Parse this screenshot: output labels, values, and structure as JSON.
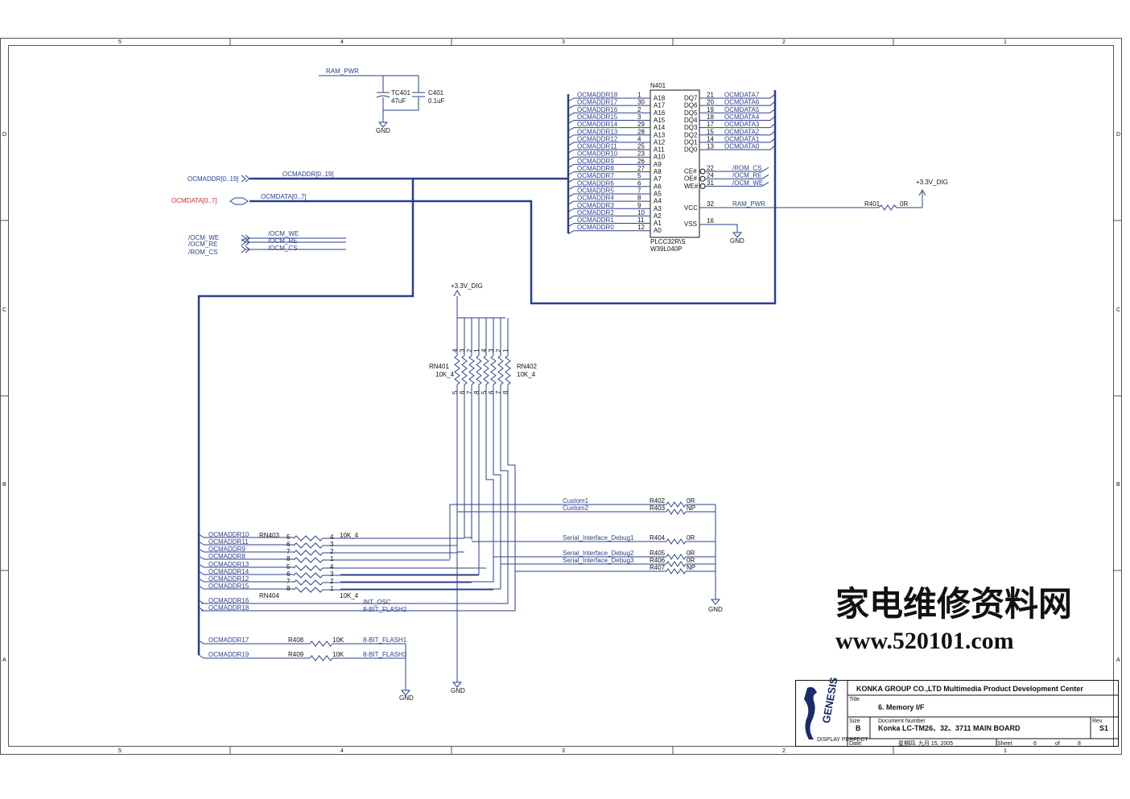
{
  "border": {
    "cols": [
      "5",
      "4",
      "3",
      "2",
      "1"
    ],
    "rows": [
      "D",
      "C",
      "B",
      "A"
    ]
  },
  "power": {
    "ram_pwr": "RAM_PWR",
    "v33": "+3.3V_DIG",
    "gnd": "GND"
  },
  "caps": {
    "tc401": "TC401",
    "tc401_val": "47uF",
    "c401": "C401",
    "c401_val": "0.1uF"
  },
  "chip": {
    "ref": "N401",
    "pkg": "PLCC32R\\S",
    "part": "W39L040P",
    "addr_nets": [
      "OCMADDR18",
      "OCMADDR17",
      "OCMADDR16",
      "OCMADDR15",
      "OCMADDR14",
      "OCMADDR13",
      "OCMADDR12",
      "OCMADDR11",
      "OCMADDR10",
      "OCMADDR9",
      "OCMADDR8",
      "OCMADDR7",
      "OCMADDR6",
      "OCMADDR5",
      "OCMADDR4",
      "OCMADDR3",
      "OCMADDR2",
      "OCMADDR1",
      "OCMADDR0"
    ],
    "addr_pins": [
      "1",
      "30",
      "2",
      "3",
      "29",
      "28",
      "4",
      "25",
      "23",
      "26",
      "27",
      "5",
      "6",
      "7",
      "8",
      "9",
      "10",
      "11",
      "12"
    ],
    "addr_names": [
      "A18",
      "A17",
      "A16",
      "A15",
      "A14",
      "A13",
      "A12",
      "A11",
      "A10",
      "A9",
      "A8",
      "A7",
      "A6",
      "A5",
      "A4",
      "A3",
      "A2",
      "A1",
      "A0"
    ],
    "data_names": [
      "DQ7",
      "DQ6",
      "DQ5",
      "DQ4",
      "DQ3",
      "DQ2",
      "DQ1",
      "DQ0"
    ],
    "data_pins": [
      "21",
      "20",
      "19",
      "18",
      "17",
      "15",
      "14",
      "13"
    ],
    "data_nets": [
      "OCMDATA7",
      "OCMDATA6",
      "OCMDATA5",
      "OCMDATA4",
      "OCMDATA3",
      "OCMDATA2",
      "OCMDATA1",
      "OCMDATA0"
    ],
    "ctrl_names": [
      "CE#",
      "OE#",
      "WE#"
    ],
    "ctrl_pins": [
      "22",
      "24",
      "31"
    ],
    "ctrl_nets": [
      "/ROM_CS",
      "/OCM_RE",
      "/OCM_WE"
    ],
    "vcc": "VCC",
    "vcc_pin": "32",
    "vss": "VSS",
    "vss_pin": "16"
  },
  "r401": {
    "ref": "R401",
    "val": "0R"
  },
  "ports": {
    "addr": "OCMADDR[0..19]",
    "data": "OCMDATA[0..7]",
    "ctrl": [
      "/OCM_WE",
      "/OCM_RE",
      "/ROM_CS"
    ]
  },
  "bus_labels": {
    "addr": "OCMADDR[0..19]",
    "data": "OCMDATA[0..7]",
    "ctrl": [
      "/OCM_WE",
      "/OCM_RE",
      "/OCM_CS"
    ]
  },
  "rn401": {
    "ref": "RN401",
    "val": "10K_4",
    "top_pins": [
      "4",
      "3",
      "2",
      "1"
    ],
    "bot_pins": [
      "5",
      "6",
      "7",
      "8"
    ]
  },
  "rn402": {
    "ref": "RN402",
    "val": "10K_4",
    "top_pins": [
      "4",
      "3",
      "2",
      "1"
    ],
    "bot_pins": [
      "5",
      "6",
      "7",
      "8"
    ]
  },
  "rn403": {
    "ref": "RN403",
    "val": "10K_4",
    "left_pins": [
      "5",
      "6",
      "7",
      "8"
    ],
    "right_pins": [
      "4",
      "3",
      "2",
      "1"
    ]
  },
  "rn404": {
    "ref": "RN404",
    "val": "10K_4",
    "left_pins": [
      "5",
      "6",
      "7",
      "8"
    ],
    "right_pins": [
      "4",
      "3",
      "2",
      "1"
    ]
  },
  "left_nets": [
    "OCMADDR10",
    "OCMADDR11",
    "OCMADDR9",
    "OCMADDR8",
    "OCMADDR13",
    "OCMADDR14",
    "OCMADDR12",
    "OCMADDR15",
    "OCMADDR16",
    "OCMADDR18"
  ],
  "mid_nets": {
    "int_osc": "INT_OSC",
    "flash2": "8-BIT_FLASH2"
  },
  "right_res": [
    {
      "net": "Custom1",
      "ref": "R402",
      "val": "0R"
    },
    {
      "net": "Custom2",
      "ref": "R403",
      "val": "NP"
    },
    {
      "net": "Serial_Interface_Debug1",
      "ref": "R404",
      "val": "0R"
    },
    {
      "net": "Serial_Interface_Debug2",
      "ref": "R405",
      "val": "0R"
    },
    {
      "net": "Serial_Interface_Debug3",
      "ref": "R406",
      "val": "0R"
    },
    {
      "net": "",
      "ref": "R407",
      "val": "NP"
    }
  ],
  "bottom_res": [
    {
      "net": "OCMADDR17",
      "ref": "R408",
      "val": "10K",
      "out": "8-BIT_FLASH1"
    },
    {
      "net": "OCMADDR19",
      "ref": "R409",
      "val": "10K",
      "out": "8-BIT_FLASH3"
    }
  ],
  "watermark": {
    "cn": "家电维修资料网",
    "url": "www.520101.com"
  },
  "title_block": {
    "company": "KONKA GROUP CO.,LTD Multimedia Product Development Center",
    "title_lbl": "Title",
    "title": "6. Memory I/F",
    "size_lbl": "Size",
    "size": "B",
    "docnum_lbl": "Document Number",
    "docnum": "Konka LC-TM26、32、3711 MAIN BOARD",
    "rev_lbl": "Rev",
    "rev": "S1",
    "date_lbl": "Date:",
    "date": "星期四, 九月 15, 2005",
    "sheet_lbl": "Sheet",
    "sheet": "6",
    "of_lbl": "of",
    "of": "8",
    "logo": "GENESIS",
    "logo_sub": "DISPLAY PERFECT"
  },
  "colors": {
    "wire": "#2a3f8f",
    "bus": "#2a3f8f",
    "ink": "#111111",
    "red": "#d03030"
  }
}
